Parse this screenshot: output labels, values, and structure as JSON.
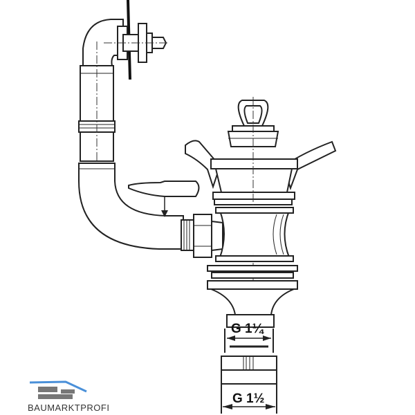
{
  "labels": {
    "thread_upper": "G 1¼",
    "thread_lower": "G 1½"
  },
  "logo": {
    "text": "BAUMARKTPROFI",
    "roof_color": "#4a90d9",
    "brick_color": "#777777"
  }
}
